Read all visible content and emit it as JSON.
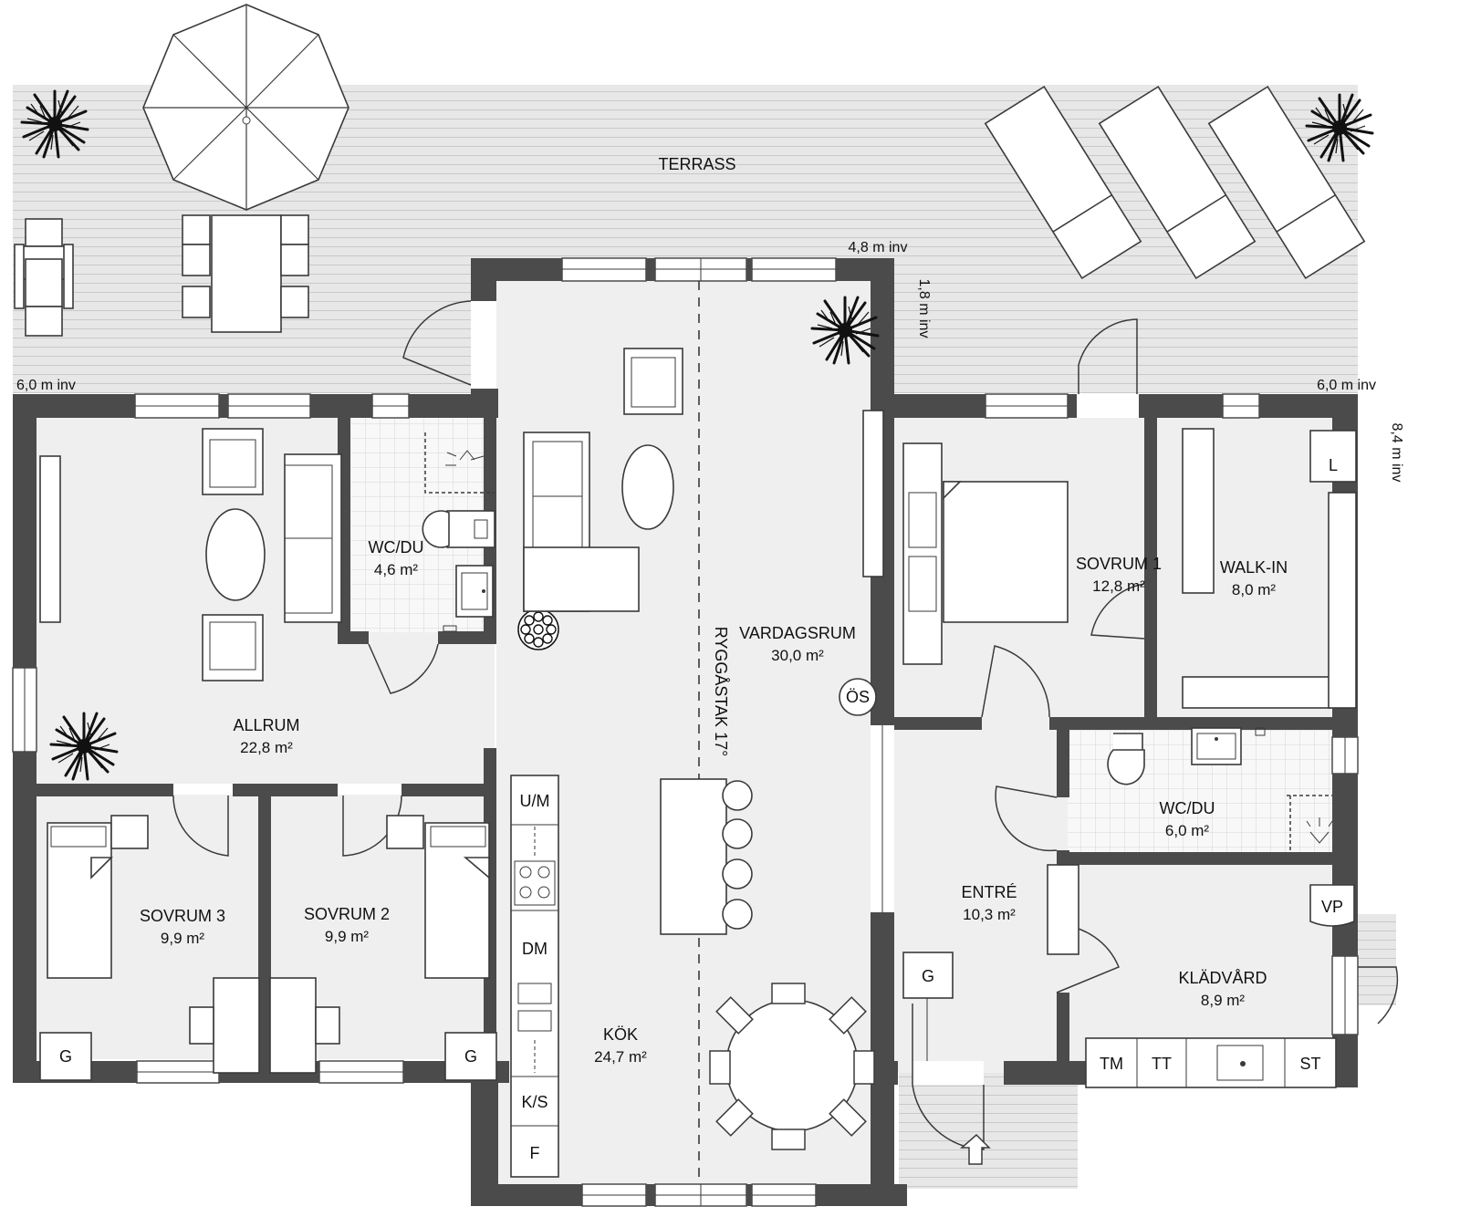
{
  "terrace": {
    "name": "TERRASS"
  },
  "dimensions": {
    "top_width": "4,8 m inv",
    "top_depth": "1,8 m inv",
    "left_terrace": "6,0 m inv",
    "right_terrace": "6,0 m inv",
    "right_side": "8,4 m inv"
  },
  "roof": {
    "label": "RYGGÅSTAK 17°"
  },
  "rooms": {
    "allrum": {
      "name": "ALLRUM",
      "area": "22,8 m²"
    },
    "wc_du_1": {
      "name": "WC/DU",
      "area": "4,6 m²"
    },
    "vardagsrum": {
      "name": "VARDAGSRUM",
      "area": "30,0 m²"
    },
    "sovrum_1": {
      "name": "SOVRUM 1",
      "area": "12,8 m²"
    },
    "walk_in": {
      "name": "WALK-IN",
      "area": "8,0 m²"
    },
    "wc_du_2": {
      "name": "WC/DU",
      "area": "6,0 m²"
    },
    "entre": {
      "name": "ENTRÉ",
      "area": "10,3 m²"
    },
    "kladvard": {
      "name": "KLÄDVÅRD",
      "area": "8,9 m²"
    },
    "kok": {
      "name": "KÖK",
      "area": "24,7 m²"
    },
    "sovrum_2": {
      "name": "SOVRUM 2",
      "area": "9,9 m²"
    },
    "sovrum_3": {
      "name": "SOVRUM 3",
      "area": "9,9 m²"
    }
  },
  "appliances": {
    "um": "U/M",
    "dm": "DM",
    "ks": "K/S",
    "f": "F",
    "os": "ÖS",
    "l": "L",
    "vp": "VP",
    "tm": "TM",
    "tt": "TT",
    "st": "ST",
    "g_sovrum3": "G",
    "g_sovrum2": "G",
    "g_entre": "G"
  },
  "colors": {
    "wall": "#4b4b4b",
    "floor": "#efefef",
    "deck": "#e6e6e6",
    "furniture": "#ffffff"
  }
}
